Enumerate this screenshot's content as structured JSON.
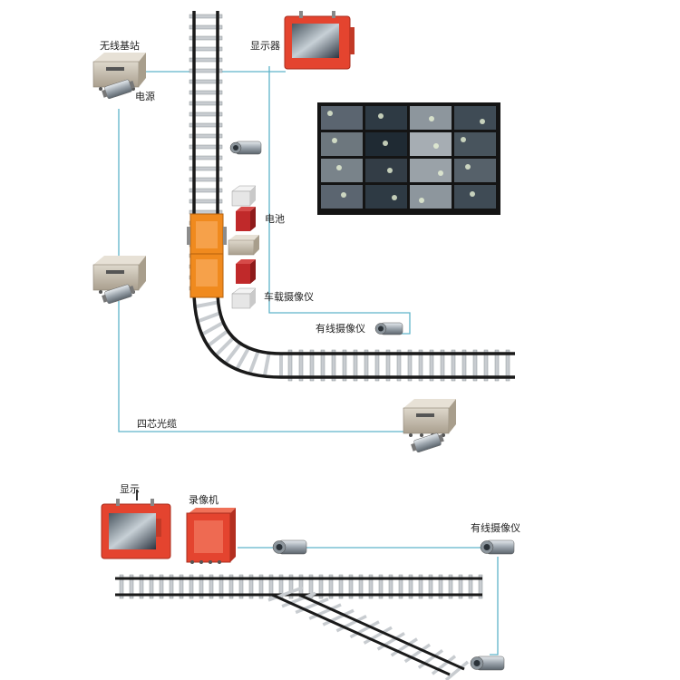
{
  "labels": {
    "wireless_base_station": "无线基站",
    "display_top": "显示器",
    "power_supply": "电源",
    "battery": "电池",
    "vehicle_camera": "车载摄像仪",
    "wired_camera_top": "有线摄像仪",
    "fiber_cable": "四芯光缆",
    "display_bottom": "显示",
    "video_recorder": "录像机",
    "wired_camera_bottom": "有线摄像仪"
  },
  "colors": {
    "cable": "#5fb3c9",
    "rail": "#1a1a1a",
    "sleeper": "#c8ccd0",
    "display_frame": "#e4442f",
    "locomotive": "#f08a1e",
    "base_station": "#c9c0b0",
    "battery_red": "#c0292a"
  }
}
